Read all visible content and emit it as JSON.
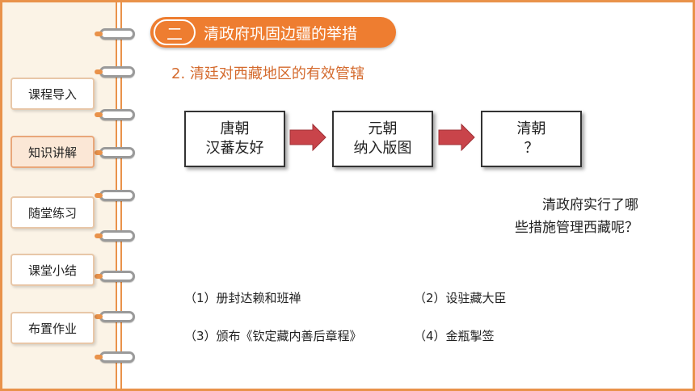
{
  "nav": {
    "items": [
      {
        "label": "课程导入",
        "active": false
      },
      {
        "label": "知识讲解",
        "active": true
      },
      {
        "label": "随堂练习",
        "active": false
      },
      {
        "label": "课堂小结",
        "active": false
      },
      {
        "label": "布置作业",
        "active": false
      }
    ]
  },
  "section": {
    "number": "二",
    "title": "清政府巩固边疆的举措"
  },
  "subtitle": "2. 清廷对西藏地区的有效管辖",
  "dynasties": [
    {
      "line1": "唐朝",
      "line2": "汉蕃友好"
    },
    {
      "line1": "元朝",
      "line2": "纳入版图"
    },
    {
      "line1": "清朝",
      "line2": "？"
    }
  ],
  "question": {
    "line1": "清政府实行了哪",
    "line2": "些措施管理西藏呢？"
  },
  "measures": [
    "（1）册封达赖和班禅",
    "（2）设驻藏大臣",
    "（3）颁布《钦定藏内善后章程》",
    "（4）金瓶掣签"
  ],
  "colors": {
    "accent": "#ee7d30",
    "subtitle": "#d46a2d",
    "arrow": "#c9444a",
    "panel": "#fbf3e6"
  }
}
